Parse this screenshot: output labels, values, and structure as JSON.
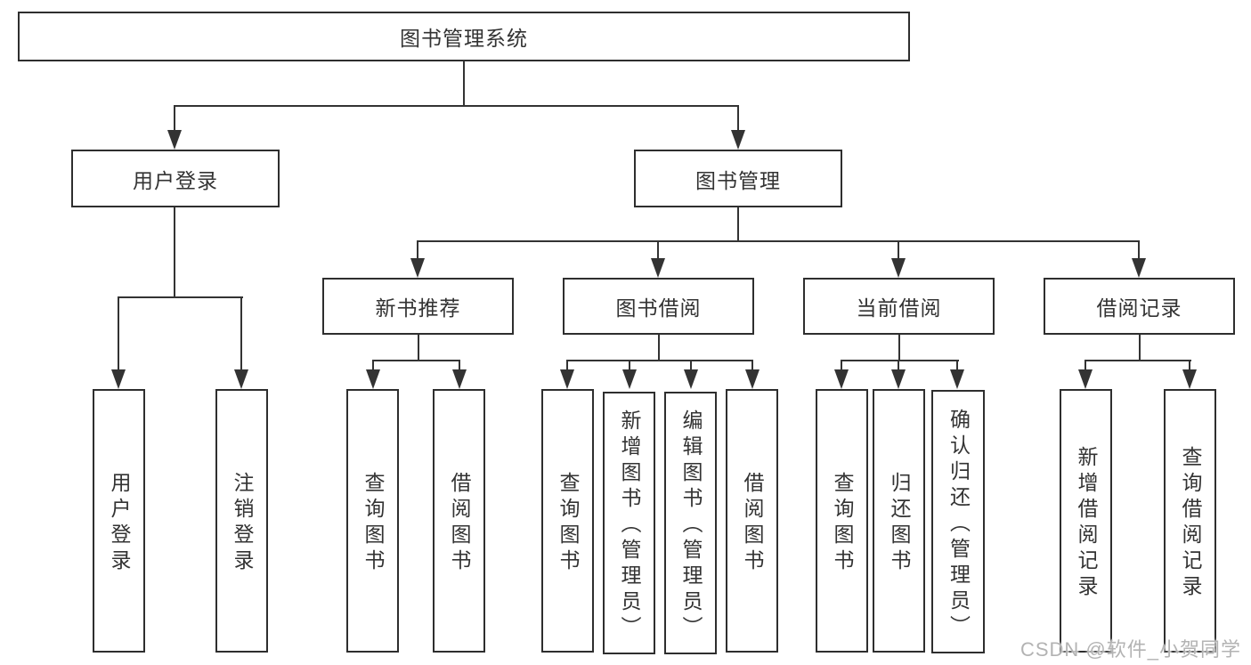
{
  "palette": {
    "line": "#333333",
    "box-border": "#2e2e2e",
    "text": "#333333",
    "watermark": "#b3b3b3",
    "background": "#ffffff"
  },
  "tree": {
    "label": "图书管理系统",
    "children": [
      {
        "label": "用户登录",
        "children": [
          {
            "label": "用户登录"
          },
          {
            "label": "注销登录"
          }
        ]
      },
      {
        "label": "图书管理",
        "children": [
          {
            "label": "新书推荐",
            "children": [
              {
                "label": "查询图书"
              },
              {
                "label": "借阅图书"
              }
            ]
          },
          {
            "label": "图书借阅",
            "children": [
              {
                "label": "查询图书"
              },
              {
                "label": "新增图书（管理员）"
              },
              {
                "label": "编辑图书（管理员）"
              },
              {
                "label": "借阅图书"
              }
            ]
          },
          {
            "label": "当前借阅",
            "children": [
              {
                "label": "查询图书"
              },
              {
                "label": "归还图书"
              },
              {
                "label": "确认归还（管理员）"
              }
            ]
          },
          {
            "label": "借阅记录",
            "children": [
              {
                "label": "新增借阅记录"
              },
              {
                "label": "查询借阅记录"
              }
            ]
          }
        ]
      }
    ]
  },
  "watermark": {
    "text": "CSDN @软件_小贺同学"
  }
}
